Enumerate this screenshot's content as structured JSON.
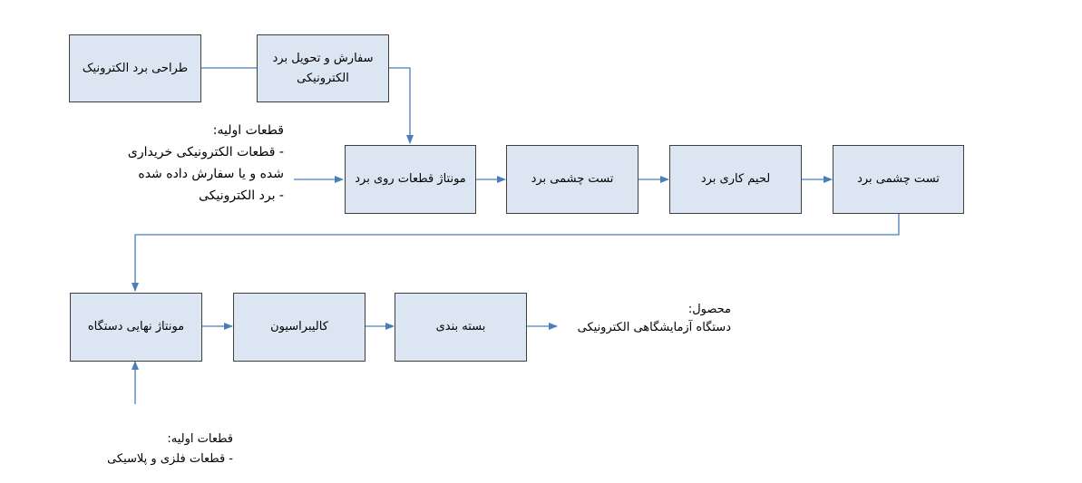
{
  "nodes": {
    "design": "طراحی برد الکترونیک",
    "order": "سفارش و تحویل برد الکترونیکی",
    "mount_parts": "مونتاژ قطعات روی برد",
    "visual_test_1": "تست چشمی برد",
    "soldering": "لحیم کاری برد",
    "visual_test_2": "تست چشمی برد",
    "final_assembly": "مونتاژ نهایی دستگاه",
    "calibration": "کالیبراسیون",
    "packaging": "بسته بندی"
  },
  "inputs_top": {
    "title": "قطعات اولیه:",
    "line1": "- قطعات الکترونیکی خریداری",
    "line2": "شده و یا سفارش داده شده",
    "line3": "- برد الکترونیکی"
  },
  "inputs_bottom": {
    "title": "قطعات اولیه:",
    "line1": "- قطعات فلزی و پلاسیکی"
  },
  "product": {
    "title": "محصول:",
    "line1": "دستگاه آزمایشگاهی الکترونیکی"
  },
  "colors": {
    "box_fill": "#dce6f2",
    "arrow": "#4a7ebb",
    "box_border": "#3f3f3f"
  }
}
